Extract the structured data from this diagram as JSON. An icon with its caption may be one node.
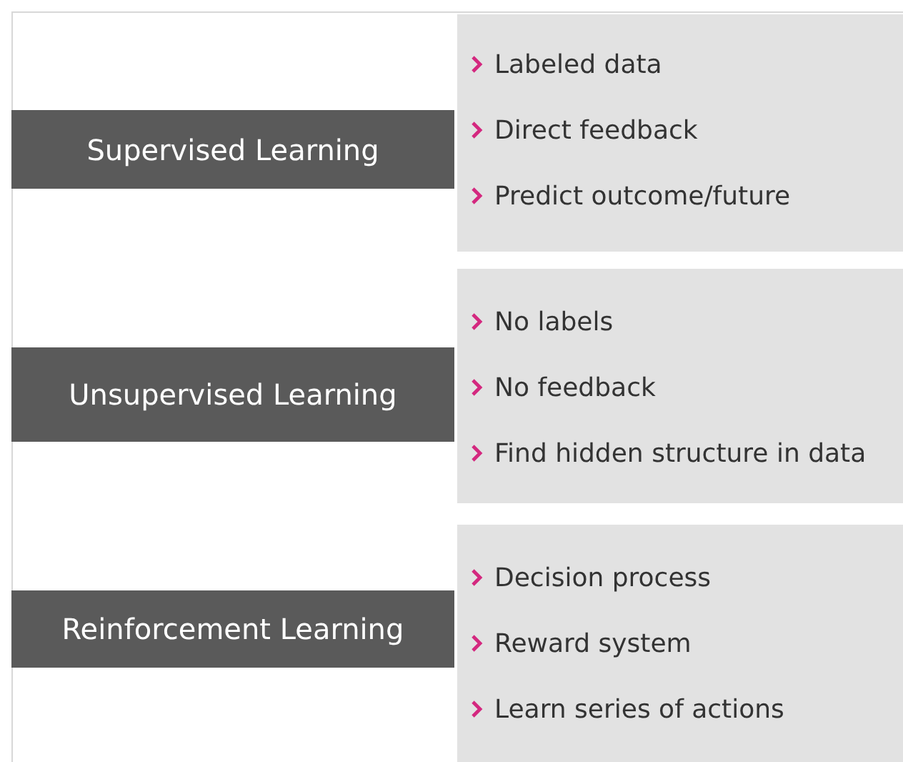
{
  "diagram": {
    "nodes": [
      {
        "text": [
          "Supervised Learning"
        ]
      },
      {
        "text": [
          "Labeled data",
          "Direct feedback",
          "Predict outcome/future"
        ]
      },
      {
        "text": [
          "Unsupervised Learning"
        ]
      },
      {
        "text": [
          "No labels",
          "No feedback",
          "Find hidden structure in data"
        ]
      },
      {
        "text": [
          "Reinforcement Learning"
        ]
      },
      {
        "text": [
          "Decision process",
          "Reward system",
          "Learn series of actions"
        ]
      }
    ]
  }
}
